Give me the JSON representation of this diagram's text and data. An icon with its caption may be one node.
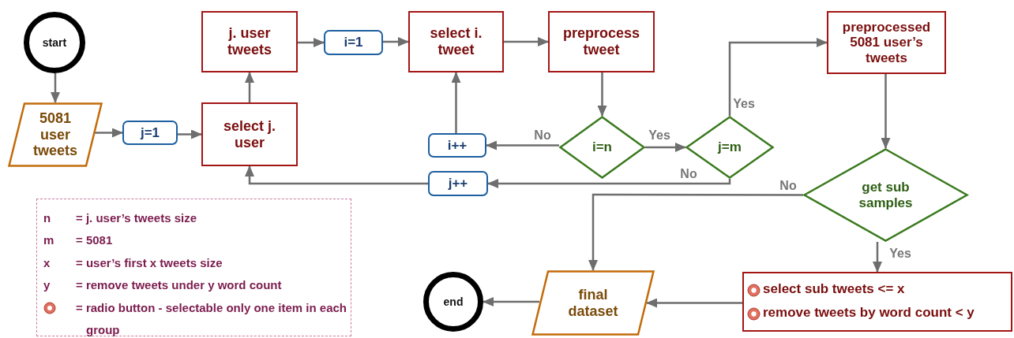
{
  "diagram": {
    "nodes": [
      {
        "text": [
          "start"
        ]
      },
      {
        "text": [
          "5081 user tweets"
        ]
      },
      {
        "text": [
          "j=1"
        ]
      },
      {
        "text": [
          "select j. user"
        ]
      },
      {
        "text": [
          "j. user tweets"
        ]
      },
      {
        "text": [
          "i=1"
        ]
      },
      {
        "text": [
          "select i. tweet"
        ]
      },
      {
        "text": [
          "preprocess tweet"
        ]
      },
      {
        "text": [
          "i=n"
        ]
      },
      {
        "text": [
          "i++"
        ]
      },
      {
        "text": [
          "j=m"
        ]
      },
      {
        "text": [
          "j++"
        ]
      },
      {
        "text": [
          "preprocessed 5081 user’s tweets"
        ]
      },
      {
        "text": [
          "get sub samples"
        ]
      },
      {
        "text": [
          "final dataset"
        ]
      },
      {
        "text": [
          "select sub tweets <= x",
          "remove tweets by word count < y"
        ]
      },
      {
        "text": [
          "end"
        ]
      },
      {
        "text": [
          "n",
          "= j. user’s tweets size",
          "m",
          "= 5081",
          "x",
          "= user’s first x tweets size",
          "y",
          "= remove tweets under y word count",
          "= radio button - selectable only one item in each group"
        ]
      }
    ],
    "edges": [
      {
        "from": 0,
        "to": 1,
        "arrow": "to"
      },
      {
        "from": 1,
        "to": 2,
        "arrow": "to"
      },
      {
        "from": 2,
        "to": 3,
        "arrow": "to"
      },
      {
        "from": 3,
        "to": 4,
        "arrow": "to"
      },
      {
        "from": 4,
        "to": 5,
        "arrow": "to"
      },
      {
        "from": 5,
        "to": 6,
        "arrow": "to"
      },
      {
        "from": 6,
        "to": 7,
        "arrow": "to"
      },
      {
        "from": 7,
        "to": 8,
        "arrow": "to"
      },
      {
        "from": 8,
        "to": 9,
        "arrow": "to",
        "label": "No"
      },
      {
        "from": 9,
        "to": 6,
        "arrow": "to"
      },
      {
        "from": 8,
        "to": 10,
        "arrow": "to",
        "label": "Yes"
      },
      {
        "from": 10,
        "to": 12,
        "arrow": "to",
        "label": "Yes"
      },
      {
        "from": 10,
        "to": 11,
        "arrow": "to",
        "label": "No"
      },
      {
        "from": 11,
        "to": 3,
        "arrow": "to"
      },
      {
        "from": 12,
        "to": 13,
        "arrow": "to"
      },
      {
        "from": 13,
        "to": 14,
        "arrow": "to",
        "label": "No"
      },
      {
        "from": 13,
        "to": 15,
        "arrow": "to",
        "label": "Yes"
      },
      {
        "from": 15,
        "to": 14,
        "arrow": "to"
      },
      {
        "from": 14,
        "to": 16,
        "arrow": "to"
      }
    ]
  }
}
